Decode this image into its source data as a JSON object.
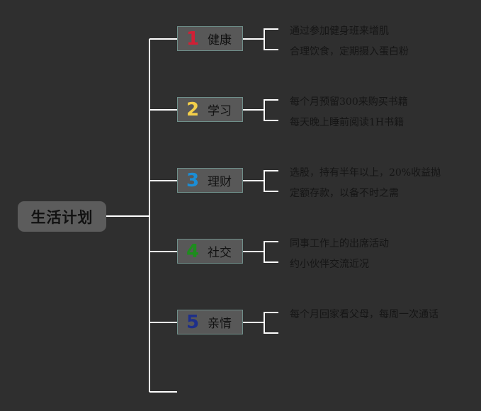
{
  "root": {
    "label": "生活计划"
  },
  "branches": [
    {
      "num": "1",
      "label": "健康",
      "color": "#d21f35",
      "leaves": [
        "通过参加健身班来增肌",
        "合理饮食，定期摄入蛋白粉"
      ]
    },
    {
      "num": "2",
      "label": "学习",
      "color": "#f3cf4a",
      "leaves": [
        "每个月预留300来购买书籍",
        "每天晚上睡前阅读1H书籍"
      ]
    },
    {
      "num": "3",
      "label": "理财",
      "color": "#1b8ed6",
      "leaves": [
        "选股，持有半年以上，20%收益抛",
        "定额存款，以备不时之需"
      ]
    },
    {
      "num": "4",
      "label": "社交",
      "color": "#1d8d1d",
      "leaves": [
        "同事工作上的出席活动",
        "约小伙伴交流近况"
      ]
    },
    {
      "num": "5",
      "label": "亲情",
      "color": "#1e2f8a",
      "leaves": [
        "每个月回家看父母，每周一次通话",
        ""
      ]
    }
  ]
}
